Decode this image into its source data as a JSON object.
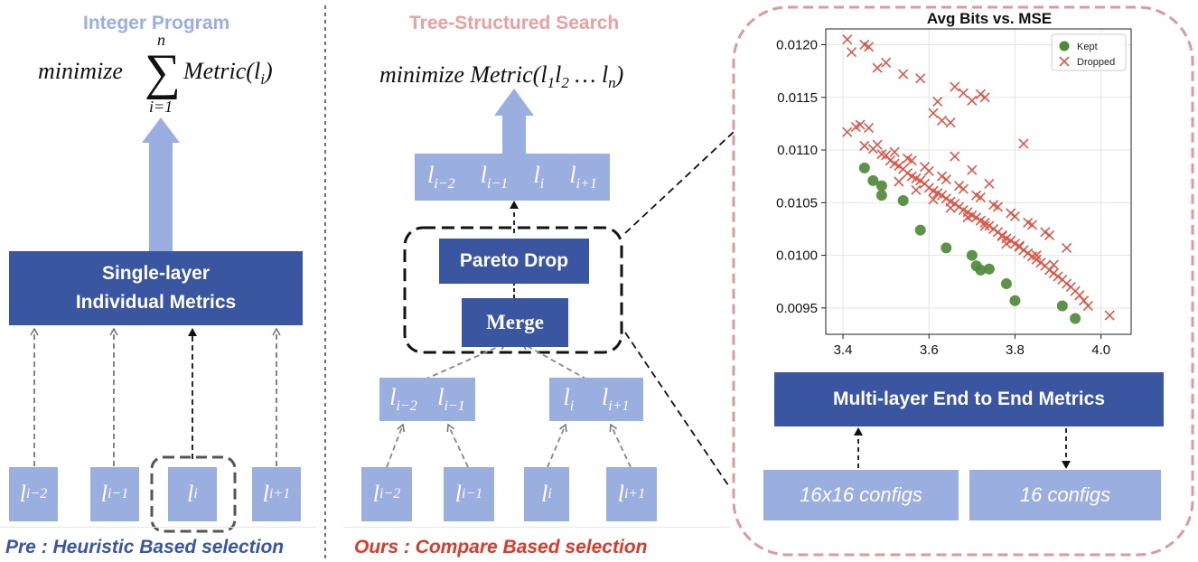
{
  "left_panel": {
    "title": "Integer Program",
    "objective": {
      "prefix": "minimize",
      "sum_upper": "n",
      "sum_lower": "i=1",
      "term": "Metric(",
      "term_var": "l",
      "term_sub": "i",
      "term_close": ")"
    },
    "box_label_line1": "Single-layer",
    "box_label_line2": "Individual  Metrics",
    "layers": [
      {
        "var": "l",
        "sub": "i−2"
      },
      {
        "var": "l",
        "sub": "i−1"
      },
      {
        "var": "l",
        "sub": "i"
      },
      {
        "var": "l",
        "sub": "i+1"
      }
    ],
    "caption": "Pre : Heuristic Based selection"
  },
  "middle_panel": {
    "title": "Tree-Structured Search",
    "objective": {
      "prefix": "minimize Metric(",
      "v1": "l",
      "s1": "1",
      "v2": "l",
      "s2": "2",
      "dots": " … ",
      "v3": "l",
      "s3": "n",
      "close": ")"
    },
    "top_box": [
      {
        "var": "l",
        "sub": "i−2"
      },
      {
        "var": "l",
        "sub": "i−1"
      },
      {
        "var": "l",
        "sub": "i"
      },
      {
        "var": "l",
        "sub": "i+1"
      }
    ],
    "pareto_label": "Pareto Drop",
    "merge_label": "Merge",
    "pair_left": [
      {
        "var": "l",
        "sub": "i−2"
      },
      {
        "var": "l",
        "sub": "i−1"
      }
    ],
    "pair_right": [
      {
        "var": "l",
        "sub": "i"
      },
      {
        "var": "l",
        "sub": "i+1"
      }
    ],
    "layers": [
      {
        "var": "l",
        "sub": "i−2"
      },
      {
        "var": "l",
        "sub": "i−1"
      },
      {
        "var": "l",
        "sub": "i"
      },
      {
        "var": "l",
        "sub": "i+1"
      }
    ],
    "caption": "Ours : Compare Based selection"
  },
  "right_panel": {
    "metric_box": "Multi-layer End to End  Metrics",
    "cfg_left": "16x16 configs",
    "cfg_right": "16 configs"
  },
  "colors": {
    "title_blue": "#9aaee0",
    "title_pink": "#e8a0a0",
    "dark_blue": "#3b56a0",
    "light_blue": "#9aaee0",
    "caption_blue": "#3b56a0",
    "caption_red": "#d83a2b",
    "kept": "#4f8a3a",
    "dropped": "#d9584a",
    "dashed_border": "#d99aa0"
  },
  "chart_data": {
    "type": "scatter",
    "title": "Avg Bits vs. MSE",
    "xlabel": "",
    "ylabel": "",
    "xlim": [
      3.36,
      4.07
    ],
    "ylim": [
      0.00925,
      0.01215
    ],
    "xticks": [
      3.4,
      3.6,
      3.8,
      4.0
    ],
    "yticks": [
      0.0095,
      0.01,
      0.0105,
      0.011,
      0.0115,
      0.012
    ],
    "xtick_labels": [
      "3.4",
      "3.6",
      "3.8",
      "4.0"
    ],
    "ytick_labels": [
      "0.0095",
      "0.0100",
      "0.0105",
      "0.0110",
      "0.0115",
      "0.0120"
    ],
    "grid": true,
    "legend": "top-right",
    "series": [
      {
        "name": "Kept",
        "marker": "circle",
        "color": "#4f8a3a",
        "x": [
          3.45,
          3.47,
          3.49,
          3.49,
          3.54,
          3.58,
          3.64,
          3.7,
          3.71,
          3.72,
          3.74,
          3.78,
          3.8,
          3.91,
          3.94
        ],
        "y": [
          0.01083,
          0.01071,
          0.01066,
          0.01057,
          0.01052,
          0.01024,
          0.01007,
          0.01,
          0.0099,
          0.00986,
          0.00987,
          0.00973,
          0.00957,
          0.00952,
          0.0094
        ]
      },
      {
        "name": "Dropped",
        "marker": "x",
        "color": "#d9584a",
        "x": [
          3.41,
          3.42,
          3.45,
          3.46,
          3.48,
          3.5,
          3.54,
          3.58,
          3.62,
          3.66,
          3.68,
          3.7,
          3.72,
          3.73,
          3.61,
          3.63,
          3.65,
          3.82,
          3.41,
          3.43,
          3.44,
          3.46,
          3.45,
          3.47,
          3.49,
          3.5,
          3.51,
          3.52,
          3.53,
          3.54,
          3.55,
          3.56,
          3.57,
          3.58,
          3.59,
          3.6,
          3.61,
          3.62,
          3.63,
          3.64,
          3.65,
          3.66,
          3.67,
          3.68,
          3.69,
          3.7,
          3.71,
          3.72,
          3.73,
          3.74,
          3.75,
          3.76,
          3.77,
          3.78,
          3.79,
          3.8,
          3.81,
          3.82,
          3.83,
          3.84,
          3.85,
          3.86,
          3.87,
          3.88,
          3.89,
          3.9,
          3.91,
          3.92,
          3.93,
          3.94,
          3.95,
          3.96,
          3.97,
          4.02,
          3.48,
          3.52,
          3.56,
          3.6,
          3.64,
          3.68,
          3.72,
          3.76,
          3.8,
          3.84,
          3.88,
          3.92,
          3.53,
          3.57,
          3.61,
          3.65,
          3.69,
          3.73,
          3.77,
          3.81,
          3.85,
          3.89,
          3.55,
          3.59,
          3.63,
          3.67,
          3.71,
          3.75,
          3.79,
          3.83,
          3.87,
          3.66,
          3.7,
          3.74,
          3.78
        ],
        "y": [
          0.01205,
          0.01193,
          0.012,
          0.01198,
          0.01178,
          0.01183,
          0.01172,
          0.01168,
          0.01146,
          0.0116,
          0.01154,
          0.01147,
          0.01153,
          0.0115,
          0.01135,
          0.01128,
          0.01126,
          0.01106,
          0.01117,
          0.01122,
          0.01124,
          0.01121,
          0.01104,
          0.01101,
          0.01096,
          0.01095,
          0.0109,
          0.01087,
          0.01085,
          0.01082,
          0.01078,
          0.01075,
          0.01073,
          0.01071,
          0.01068,
          0.01064,
          0.01061,
          0.01059,
          0.01057,
          0.01054,
          0.01051,
          0.01049,
          0.01046,
          0.01043,
          0.01041,
          0.01038,
          0.01036,
          0.01033,
          0.01031,
          0.01028,
          0.01025,
          0.01022,
          0.01019,
          0.01016,
          0.01014,
          0.01011,
          0.01008,
          0.01005,
          0.01002,
          0.00999,
          0.00996,
          0.00993,
          0.0099,
          0.00986,
          0.00983,
          0.0098,
          0.00977,
          0.00973,
          0.0097,
          0.00966,
          0.00962,
          0.00957,
          0.00952,
          0.00943,
          0.01105,
          0.01098,
          0.0109,
          0.0108,
          0.01072,
          0.01063,
          0.01055,
          0.01046,
          0.01037,
          0.01029,
          0.01019,
          0.01007,
          0.0107,
          0.01062,
          0.01053,
          0.01045,
          0.01036,
          0.01028,
          0.01018,
          0.01009,
          0.01,
          0.00991,
          0.01092,
          0.01084,
          0.01075,
          0.01066,
          0.01057,
          0.01048,
          0.0104,
          0.01031,
          0.01022,
          0.01094,
          0.01081,
          0.01068,
          0.01011
        ]
      }
    ]
  }
}
